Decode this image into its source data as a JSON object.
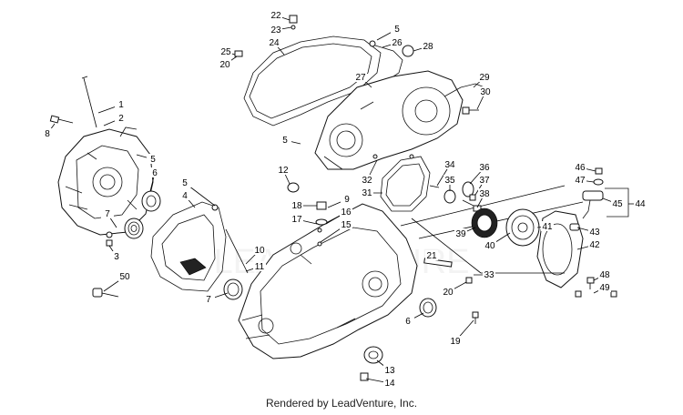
{
  "footer": "Rendered by LeadVenture, Inc.",
  "watermark": "LEADVENTURE",
  "callouts": [
    {
      "n": "1"
    },
    {
      "n": "2"
    },
    {
      "n": "3"
    },
    {
      "n": "4"
    },
    {
      "n": "5"
    },
    {
      "n": "5"
    },
    {
      "n": "5"
    },
    {
      "n": "5"
    },
    {
      "n": "6"
    },
    {
      "n": "6"
    },
    {
      "n": "7"
    },
    {
      "n": "7"
    },
    {
      "n": "8"
    },
    {
      "n": "9"
    },
    {
      "n": "10"
    },
    {
      "n": "11"
    },
    {
      "n": "12"
    },
    {
      "n": "13"
    },
    {
      "n": "14"
    },
    {
      "n": "15"
    },
    {
      "n": "16"
    },
    {
      "n": "17"
    },
    {
      "n": "18"
    },
    {
      "n": "19"
    },
    {
      "n": "20"
    },
    {
      "n": "20"
    },
    {
      "n": "21"
    },
    {
      "n": "22"
    },
    {
      "n": "23"
    },
    {
      "n": "24"
    },
    {
      "n": "25"
    },
    {
      "n": "26"
    },
    {
      "n": "27"
    },
    {
      "n": "28"
    },
    {
      "n": "29"
    },
    {
      "n": "30"
    },
    {
      "n": "31"
    },
    {
      "n": "32"
    },
    {
      "n": "33"
    },
    {
      "n": "34"
    },
    {
      "n": "35"
    },
    {
      "n": "36"
    },
    {
      "n": "37"
    },
    {
      "n": "38"
    },
    {
      "n": "39"
    },
    {
      "n": "40"
    },
    {
      "n": "41"
    },
    {
      "n": "42"
    },
    {
      "n": "43"
    },
    {
      "n": "44"
    },
    {
      "n": "45"
    },
    {
      "n": "46"
    },
    {
      "n": "47"
    },
    {
      "n": "48"
    },
    {
      "n": "49"
    },
    {
      "n": "50"
    }
  ]
}
